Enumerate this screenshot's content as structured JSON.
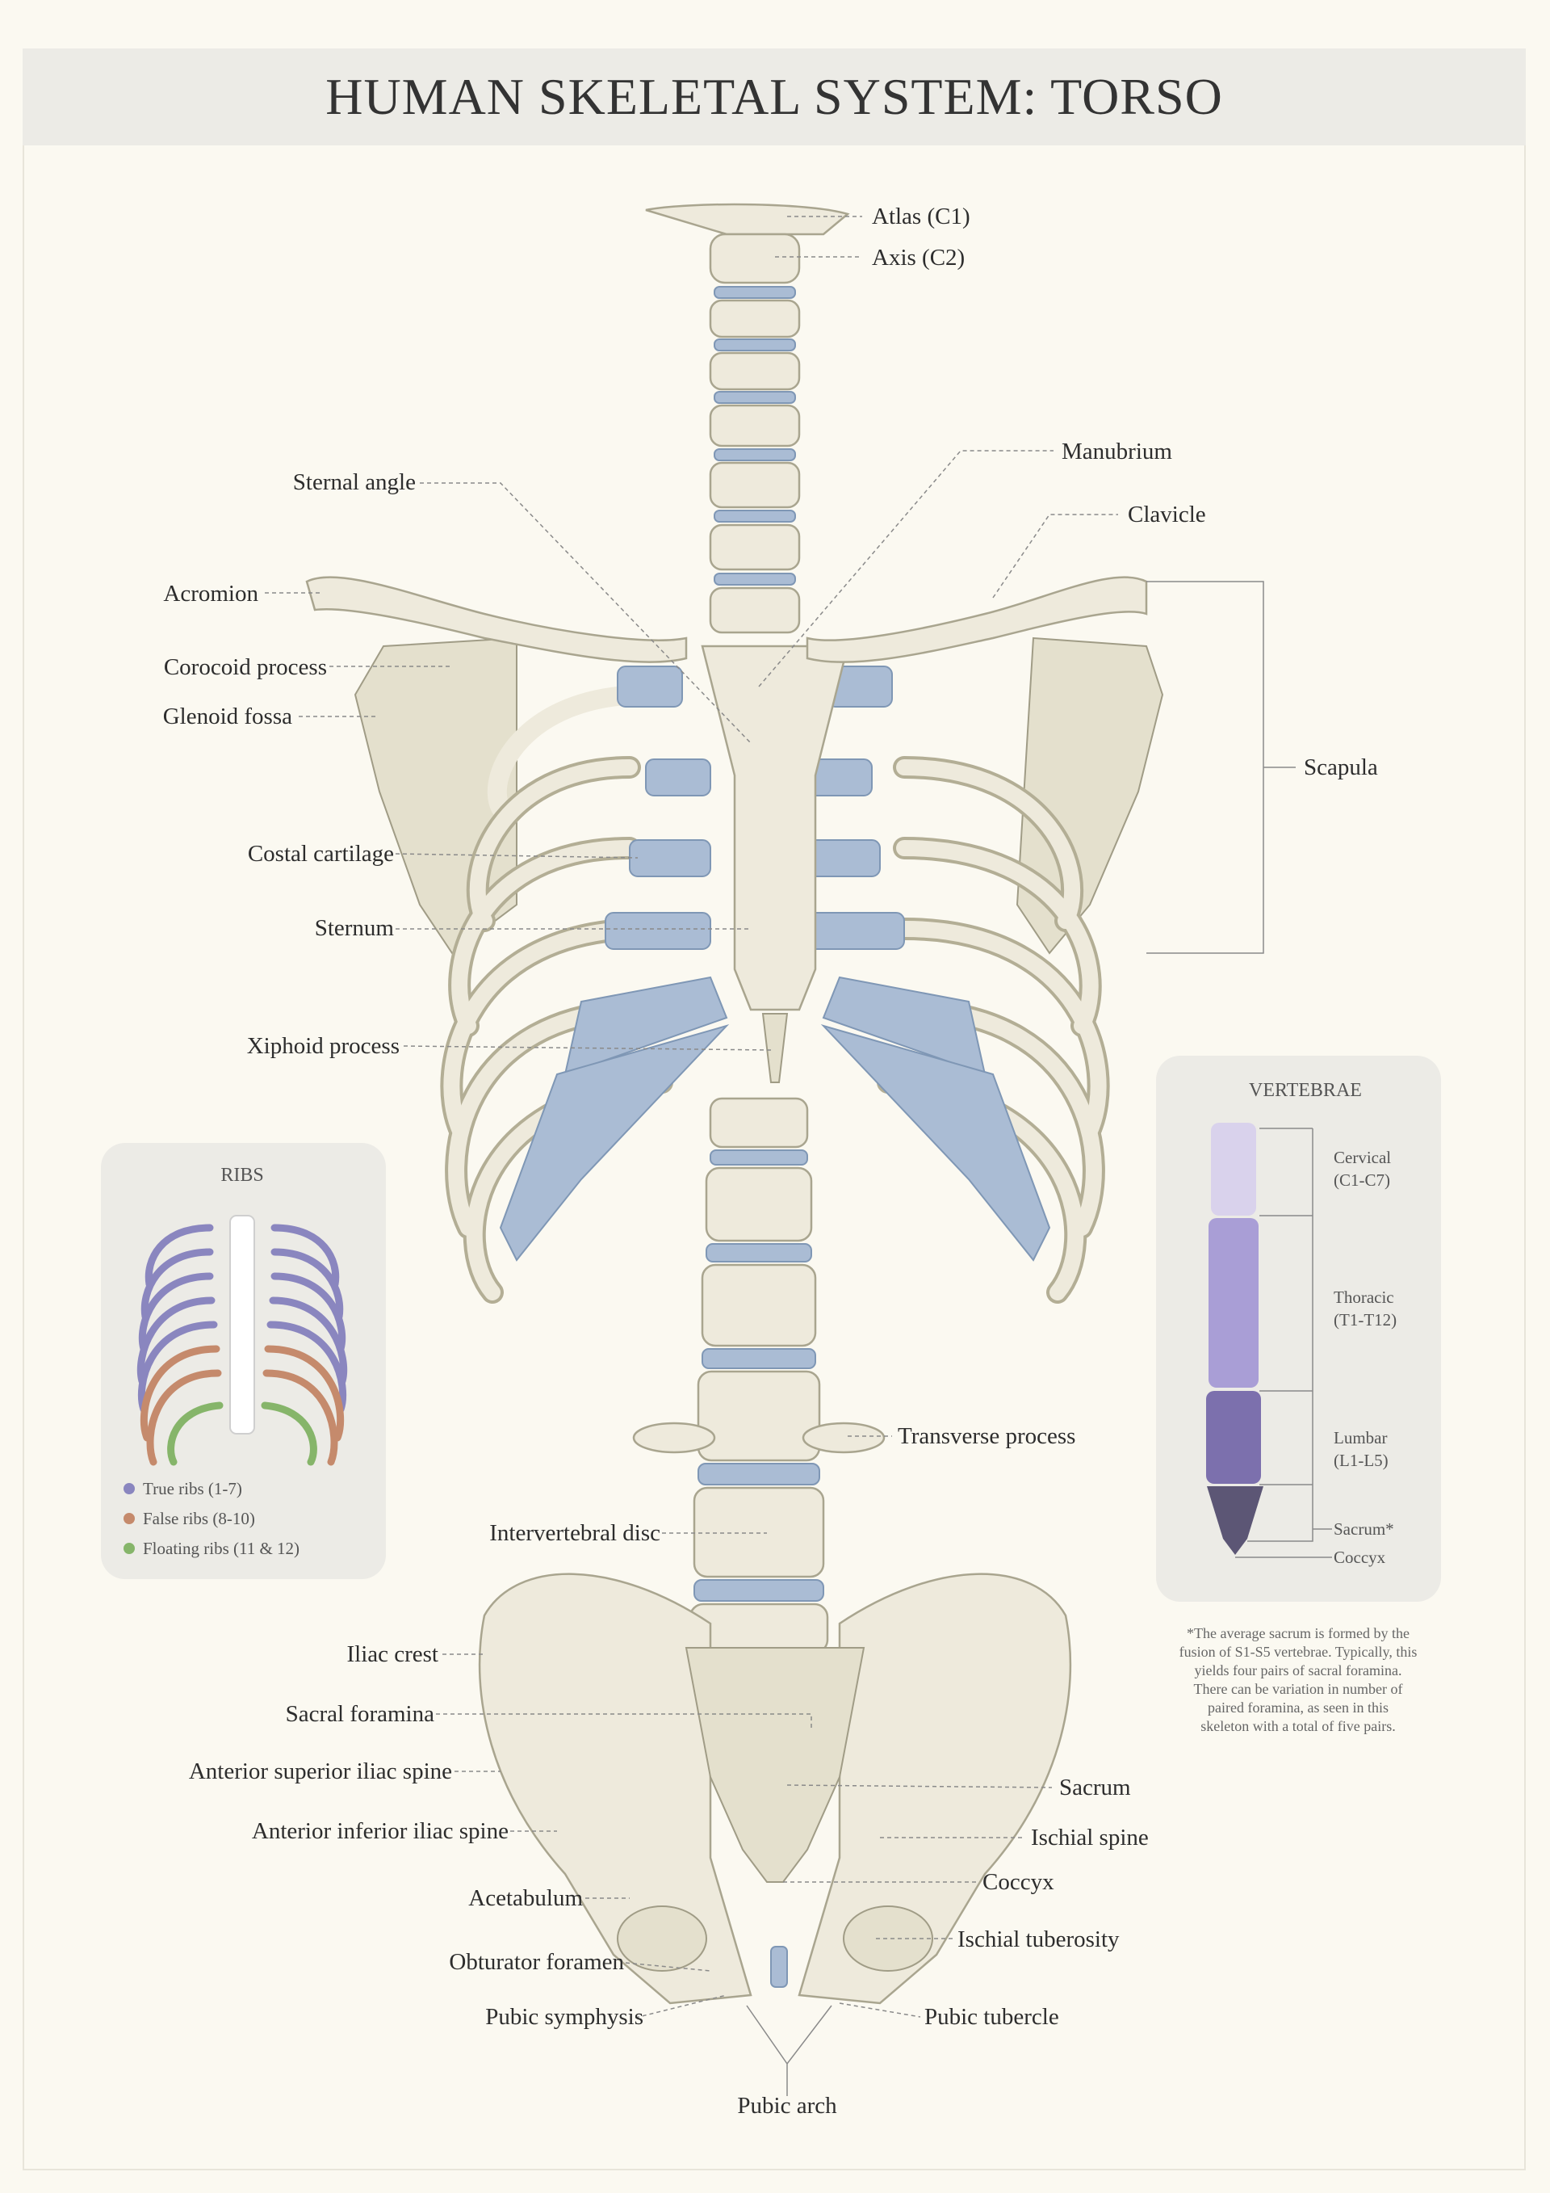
{
  "title": "HUMAN SKELETAL SYSTEM: TORSO",
  "labels": {
    "atlas": "Atlas (C1)",
    "axis": "Axis (C2)",
    "manubrium": "Manubrium",
    "sternal_angle": "Sternal angle",
    "clavicle": "Clavicle",
    "acromion": "Acromion",
    "corocoid": "Corocoid process",
    "glenoid": "Glenoid fossa",
    "scapula": "Scapula",
    "costal_cartilage": "Costal cartilage",
    "sternum": "Sternum",
    "xiphoid": "Xiphoid process",
    "transverse_process": "Transverse process",
    "intervertebral_disc": "Intervertebral disc",
    "iliac_crest": "Iliac crest",
    "sacral_foramina": "Sacral foramina",
    "asis": "Anterior superior iliac spine",
    "aiis": "Anterior inferior iliac spine",
    "acetabulum": "Acetabulum",
    "obturator": "Obturator foramen",
    "pubic_symphysis": "Pubic symphysis",
    "sacrum": "Sacrum",
    "ischial_spine": "Ischial spine",
    "coccyx": "Coccyx",
    "ischial_tuberosity": "Ischial tuberosity",
    "pubic_tubercle": "Pubic tubercle",
    "pubic_arch": "Pubic arch"
  },
  "ribs_inset": {
    "title": "RIBS",
    "legend": [
      {
        "label": "True ribs (1-7)",
        "color": "#8a86bf"
      },
      {
        "label": "False ribs (8-10)",
        "color": "#c58a6c"
      },
      {
        "label": "Floating ribs (11 & 12)",
        "color": "#86b56a"
      }
    ]
  },
  "vertebrae_inset": {
    "title": "VERTEBRAE",
    "groups": [
      {
        "name": "Cervical",
        "range": "(C1-C7)",
        "color": "#d9d2ec"
      },
      {
        "name": "Thoracic",
        "range": "(T1-T12)",
        "color": "#a99ed6"
      },
      {
        "name": "Lumbar",
        "range": "(L1-L5)",
        "color": "#7c70ad"
      },
      {
        "name": "Sacrum*",
        "range": "",
        "color": "#5c5675"
      },
      {
        "name": "Coccyx",
        "range": "",
        "color": "#5c5675"
      }
    ]
  },
  "footnote": [
    "*The average sacrum is formed by the",
    "fusion of S1-S5 vertebrae. Typically, this",
    "yields four pairs of sacral foramina.",
    "There can be variation in number of",
    "paired foramina, as seen in this",
    "skeleton with a total of five pairs."
  ],
  "colors": {
    "background": "#fbf9f1",
    "bone": "#eeeadc",
    "cartilage": "#aabcd4",
    "inset_panel": "#ecebe6"
  }
}
